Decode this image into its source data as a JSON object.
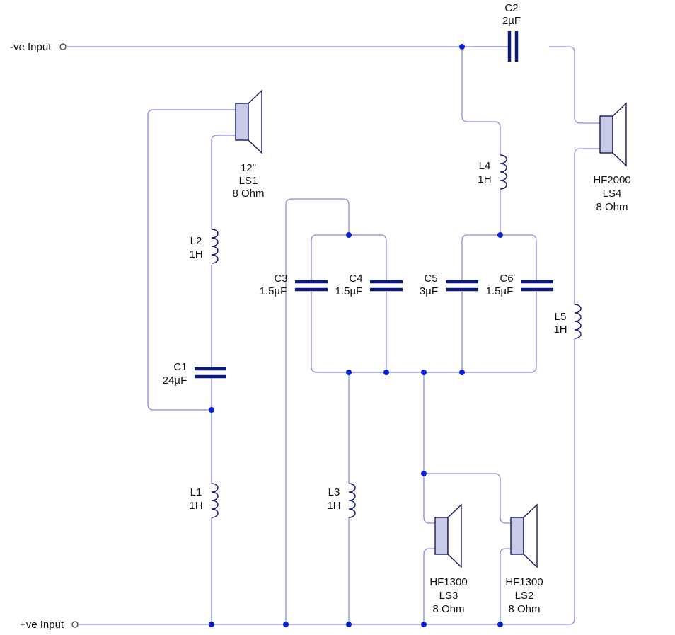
{
  "inputs": {
    "negative": "-ve Input",
    "positive": "+ve Input"
  },
  "capacitors": {
    "c1": {
      "name": "C1",
      "value": "24µF"
    },
    "c2": {
      "name": "C2",
      "value": "2µF"
    },
    "c3": {
      "name": "C3",
      "value": "1.5µF"
    },
    "c4": {
      "name": "C4",
      "value": "1.5µF"
    },
    "c5": {
      "name": "C5",
      "value": "3µF"
    },
    "c6": {
      "name": "C6",
      "value": "1.5µF"
    }
  },
  "inductors": {
    "l1": {
      "name": "L1",
      "value": "1H"
    },
    "l2": {
      "name": "L2",
      "value": "1H"
    },
    "l3": {
      "name": "L3",
      "value": "1H"
    },
    "l4": {
      "name": "L4",
      "value": "1H"
    },
    "l5": {
      "name": "L5",
      "value": "1H"
    }
  },
  "speakers": {
    "ls1": {
      "model": "12\"",
      "name": "LS1",
      "impedance": "8 Ohm"
    },
    "ls2": {
      "model": "HF1300",
      "name": "LS2",
      "impedance": "8 Ohm"
    },
    "ls3": {
      "model": "HF1300",
      "name": "LS3",
      "impedance": "8 Ohm"
    },
    "ls4": {
      "model": "HF2000",
      "name": "LS4",
      "impedance": "8 Ohm"
    }
  },
  "colors": {
    "wire": "#8a8ae0",
    "node": "#0a20d8",
    "capacitor_plate": "#0a1a7a",
    "speaker_magnet": "#c8cbe8"
  }
}
